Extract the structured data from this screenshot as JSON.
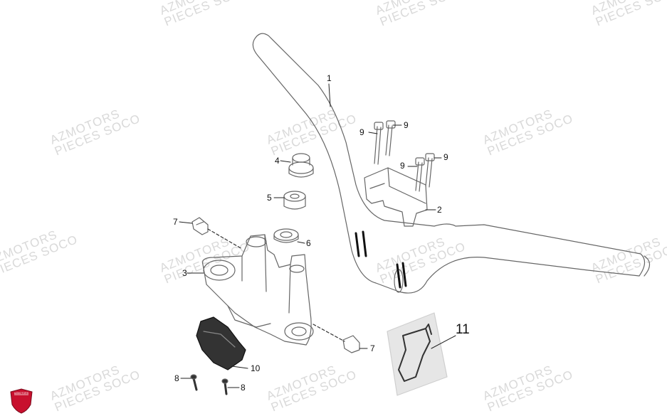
{
  "watermark": {
    "line1": "AZMOTORS",
    "line2": "PIECES SOCO"
  },
  "callouts": {
    "c1": "1",
    "c2": "2",
    "c3": "3",
    "c4": "4",
    "c5": "5",
    "c6": "6",
    "c7a": "7",
    "c7b": "7",
    "c8a": "8",
    "c8b": "8",
    "c9a": "9",
    "c9b": "9",
    "c9c": "9",
    "c9d": "9",
    "c10": "10",
    "c11": "11"
  },
  "logo_text": "AZMOTORS"
}
